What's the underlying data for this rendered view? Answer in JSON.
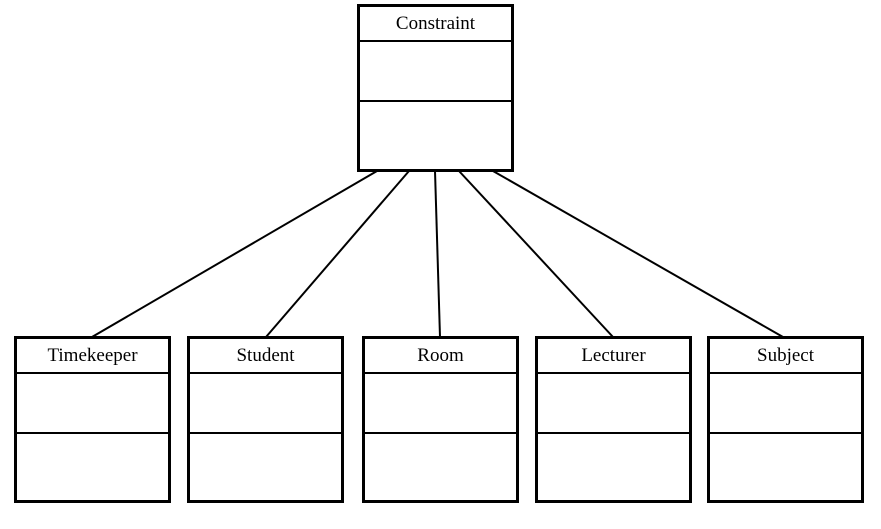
{
  "diagram": {
    "parent": {
      "name": "Constraint"
    },
    "children": [
      {
        "name": "Timekeeper"
      },
      {
        "name": "Student"
      },
      {
        "name": "Room"
      },
      {
        "name": "Lecturer"
      },
      {
        "name": "Subject"
      }
    ]
  }
}
